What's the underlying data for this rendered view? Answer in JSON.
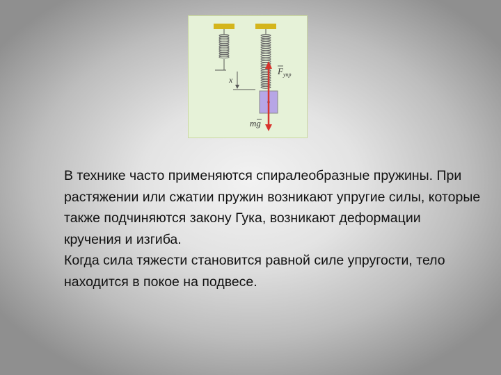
{
  "figure": {
    "labels": {
      "x": "x",
      "force_letter": "F",
      "force_subscript": "упр",
      "weight": "mg"
    },
    "colors": {
      "background": "#e6f2d8",
      "mount": "#d4b51c",
      "block": "#b7a6e6",
      "arrow": "#d8332c"
    }
  },
  "text": {
    "paragraph1": "В технике часто применяются спиралеобразные пружины. При растяжении или сжатии пружин возникают упругие силы, которые также подчиняются закону Гука, возникают деформации кручения и изгиба.",
    "paragraph2": "Когда сила тяжести становится равной силе упругости, тело находится в покое на подвесе."
  }
}
